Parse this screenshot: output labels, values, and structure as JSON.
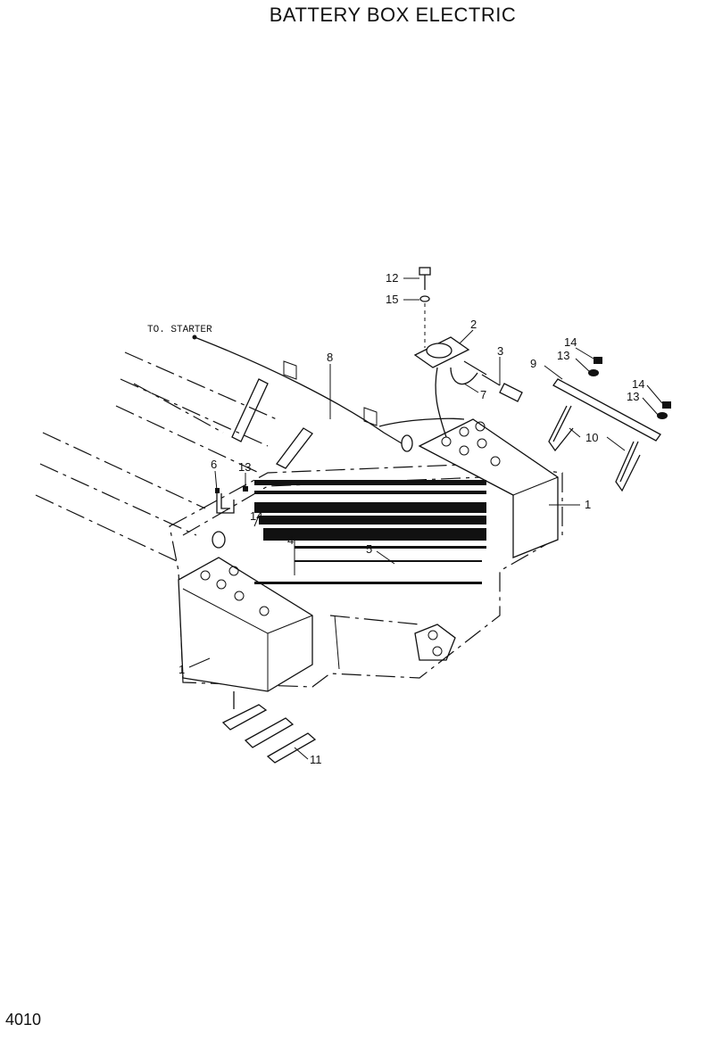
{
  "title": "BATTERY BOX ELECTRIC",
  "page_number": "4010",
  "note": "TO. STARTER",
  "callouts": {
    "c12": "12",
    "c15": "15",
    "c2": "2",
    "c3": "3",
    "c7": "7",
    "c8": "8",
    "c9": "9",
    "c14a": "14",
    "c13a": "13",
    "c14b": "14",
    "c13b": "13",
    "c10": "10",
    "c1a": "1",
    "c6": "6",
    "c13c": "13",
    "c14c": "14",
    "c4": "4",
    "c5": "5",
    "c1b": "1",
    "c11": "11"
  }
}
